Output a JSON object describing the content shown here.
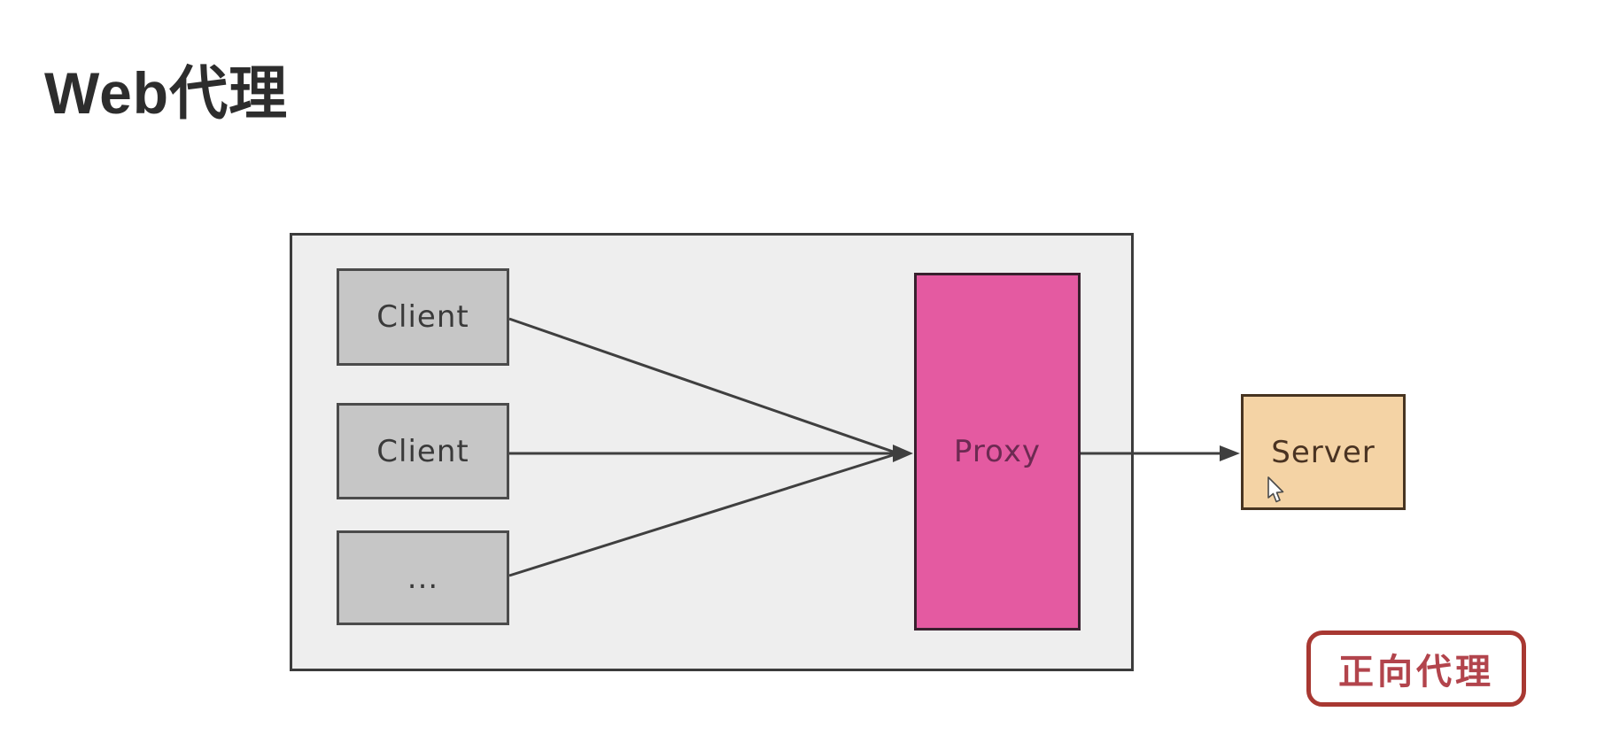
{
  "page": {
    "title": "Web代理"
  },
  "diagram": {
    "container": {
      "name": "local-network-group"
    },
    "nodes": {
      "client1": {
        "label": "Client"
      },
      "client2": {
        "label": "Client"
      },
      "client3": {
        "label": "..."
      },
      "proxy": {
        "label": "Proxy"
      },
      "server": {
        "label": "Server"
      }
    },
    "edges": [
      {
        "from": "client1",
        "to": "proxy",
        "directed": true
      },
      {
        "from": "client2",
        "to": "proxy",
        "directed": true
      },
      {
        "from": "client3",
        "to": "proxy",
        "directed": true
      },
      {
        "from": "proxy",
        "to": "server",
        "directed": true
      }
    ],
    "annotation": {
      "label": "正向代理"
    },
    "icons": {
      "cursor": "mouse-pointer-icon"
    }
  },
  "colors": {
    "title_text": "#2d2d2d",
    "container_fill": "#eeeeee",
    "container_border": "#3c3c3c",
    "client_fill": "#c6c6c6",
    "client_border": "#4b4b4b",
    "proxy_fill": "#e45aa1",
    "proxy_border": "#38202e",
    "proxy_text": "#6d2a52",
    "server_fill": "#f4d3a5",
    "server_border": "#473421",
    "server_text": "#4a3322",
    "arrow": "#3f3f3f",
    "annotation_border": "#a83832",
    "annotation_text": "#b2444c"
  }
}
